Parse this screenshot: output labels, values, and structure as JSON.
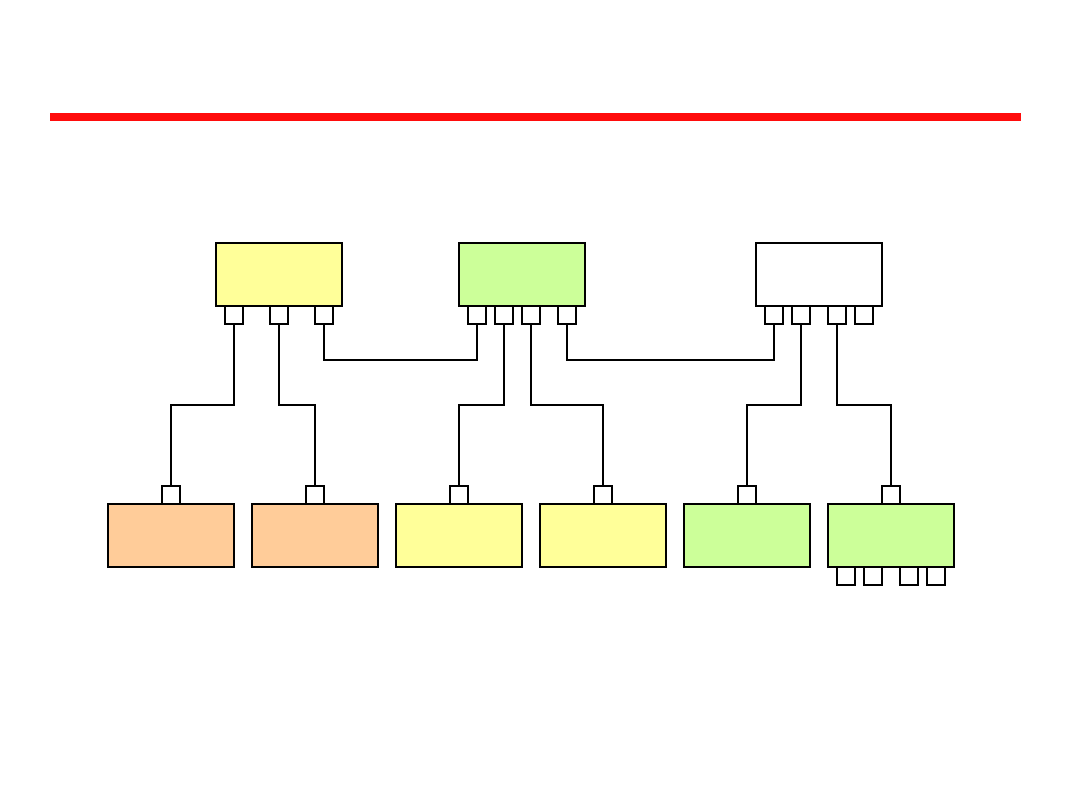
{
  "colors": {
    "accent_rule": "#ff0c0c",
    "line": "#000000",
    "yellow": "#ffff99",
    "green": "#ccff99",
    "peach": "#ffcc99",
    "white": "#ffffff"
  },
  "nodes": [
    {
      "id": "top-left",
      "fill": "yellow"
    },
    {
      "id": "top-center",
      "fill": "green"
    },
    {
      "id": "top-right",
      "fill": "white"
    },
    {
      "id": "bottom-1",
      "fill": "peach"
    },
    {
      "id": "bottom-2",
      "fill": "peach"
    },
    {
      "id": "bottom-3",
      "fill": "yellow"
    },
    {
      "id": "bottom-4",
      "fill": "yellow"
    },
    {
      "id": "bottom-5",
      "fill": "green"
    },
    {
      "id": "bottom-6",
      "fill": "green"
    }
  ],
  "links": [
    [
      "top-left",
      "bottom-1"
    ],
    [
      "top-left",
      "bottom-2"
    ],
    [
      "top-left",
      "top-center"
    ],
    [
      "top-center",
      "bottom-3"
    ],
    [
      "top-center",
      "bottom-4"
    ],
    [
      "top-center",
      "top-right"
    ],
    [
      "top-right",
      "bottom-5"
    ],
    [
      "top-right",
      "bottom-6"
    ]
  ]
}
